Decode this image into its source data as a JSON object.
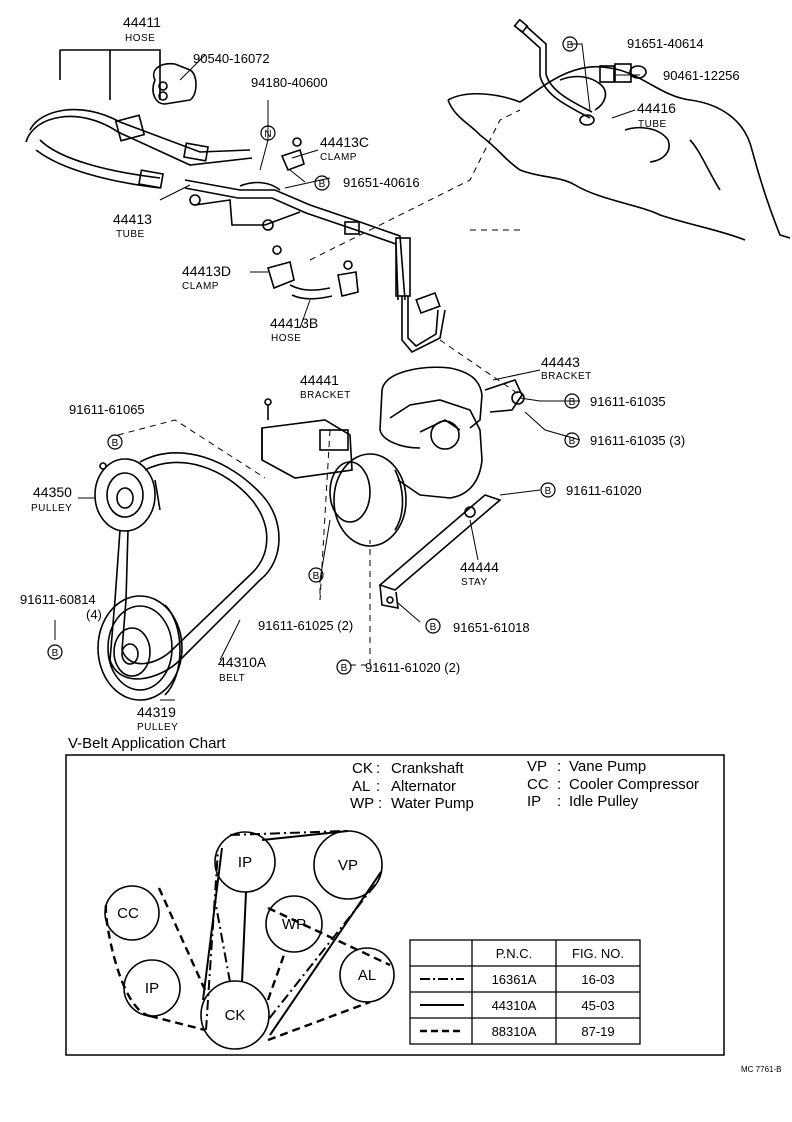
{
  "parts": {
    "p44411": {
      "num": "44411",
      "name": "HOSE"
    },
    "p90540": {
      "num": "90540-16072"
    },
    "p94180": {
      "num": "94180-40600"
    },
    "p91651_40614": {
      "num": "91651-40614"
    },
    "p90461": {
      "num": "90461-12256"
    },
    "p44416": {
      "num": "44416",
      "name": "TUBE"
    },
    "p44413C": {
      "num": "44413C",
      "name": "CLAMP"
    },
    "p91651_40616": {
      "num": "91651-40616"
    },
    "p44413": {
      "num": "44413",
      "name": "TUBE"
    },
    "p44413D": {
      "num": "44413D",
      "name": "CLAMP"
    },
    "p44413B": {
      "num": "44413B",
      "name": "HOSE"
    },
    "p44443": {
      "num": "44443",
      "name": "BRACKET"
    },
    "p44441": {
      "num": "44441",
      "name": "BRACKET"
    },
    "p91611_61065": {
      "num": "91611-61065"
    },
    "p91611_61035a": {
      "num": "91611-61035"
    },
    "p91611_61035b": {
      "num": "91611-61035 (3)"
    },
    "p44350": {
      "num": "44350",
      "name": "PULLEY"
    },
    "p91611_61020": {
      "num": "91611-61020"
    },
    "p44444": {
      "num": "44444",
      "name": "STAY"
    },
    "p91611_60814": {
      "num": "91611-60814",
      "qty": "(4)"
    },
    "p91611_61025": {
      "num": "91611-61025 (2)"
    },
    "p91651_61018": {
      "num": "91651-61018"
    },
    "p44310A": {
      "num": "44310A",
      "name": "BELT"
    },
    "p91611_61020b": {
      "num": "91611-61020 (2)"
    },
    "p44319": {
      "num": "44319",
      "name": "PULLEY"
    }
  },
  "markers": {
    "bolt": "B",
    "nut": "N"
  },
  "chart": {
    "title": "V-Belt Application Chart",
    "legend": [
      {
        "abbr": "CK",
        "sep": ":",
        "name": "Crankshaft"
      },
      {
        "abbr": "AL",
        "sep": ":",
        "name": "Alternator"
      },
      {
        "abbr": "WP",
        "sep": ":",
        "name": "Water Pump"
      },
      {
        "abbr": "VP",
        "sep": ":",
        "name": "Vane Pump"
      },
      {
        "abbr": "CC",
        "sep": ":",
        "name": "Cooler Compressor"
      },
      {
        "abbr": "IP",
        "sep": ":",
        "name": "Idle Pulley"
      }
    ],
    "pulleys": {
      "ip_top": "IP",
      "vp": "VP",
      "wp": "WP",
      "cc": "CC",
      "ip_left": "IP",
      "al": "AL",
      "ck": "CK"
    },
    "table": {
      "headers": [
        "P.N.C.",
        "FIG. NO."
      ],
      "rows": [
        {
          "line": "dash-dot",
          "pnc": "16361A",
          "fig": "16-03"
        },
        {
          "line": "solid",
          "pnc": "44310A",
          "fig": "45-03"
        },
        {
          "line": "dashed",
          "pnc": "88310A",
          "fig": "87-19"
        }
      ]
    }
  },
  "footer_ref": "MC 7761-B"
}
